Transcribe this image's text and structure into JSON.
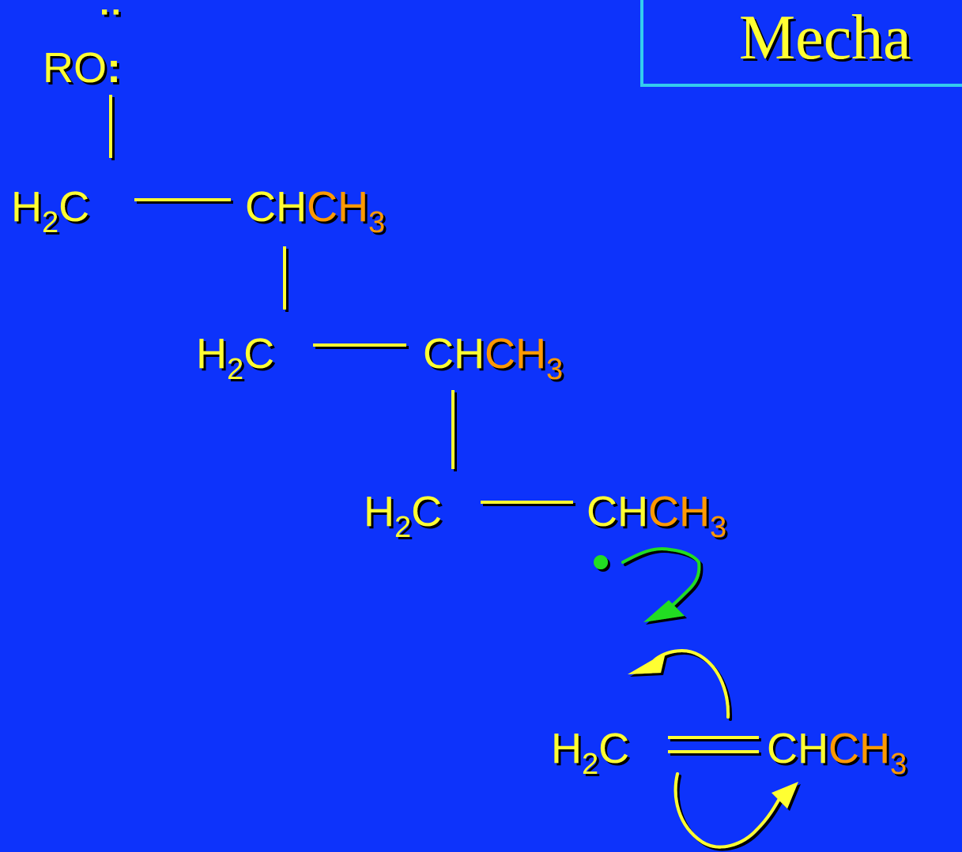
{
  "slide": {
    "title": "Mecha",
    "colors": {
      "background": "#0d33fb",
      "text": "#ffff33",
      "methyl": "#ff9900",
      "radical": "#22dd22",
      "title_border": "#33ccee"
    }
  },
  "alkoxy": {
    "r": "R",
    "o": "O",
    "colon": ":",
    "lone_pair": "··"
  },
  "units": [
    {
      "h": "H",
      "sub2": "2",
      "c": "C",
      "ch": "CH",
      "ch3": "CH",
      "sub3": "3"
    },
    {
      "h": "H",
      "sub2": "2",
      "c": "C",
      "ch": "CH",
      "ch3": "CH",
      "sub3": "3"
    },
    {
      "h": "H",
      "sub2": "2",
      "c": "C",
      "ch": "CH",
      "ch3": "CH",
      "sub3": "3"
    }
  ],
  "monomer": {
    "h": "H",
    "sub2": "2",
    "c": "C",
    "ch": "CH",
    "ch3": "CH",
    "sub3": "3"
  },
  "icons": {
    "radical": "radical-dot-icon",
    "radical_arrow": "green-fishhook-arrow-icon",
    "pi_arrow_top": "yellow-curved-arrow-icon",
    "pi_arrow_bottom": "yellow-curved-arrow-icon"
  }
}
